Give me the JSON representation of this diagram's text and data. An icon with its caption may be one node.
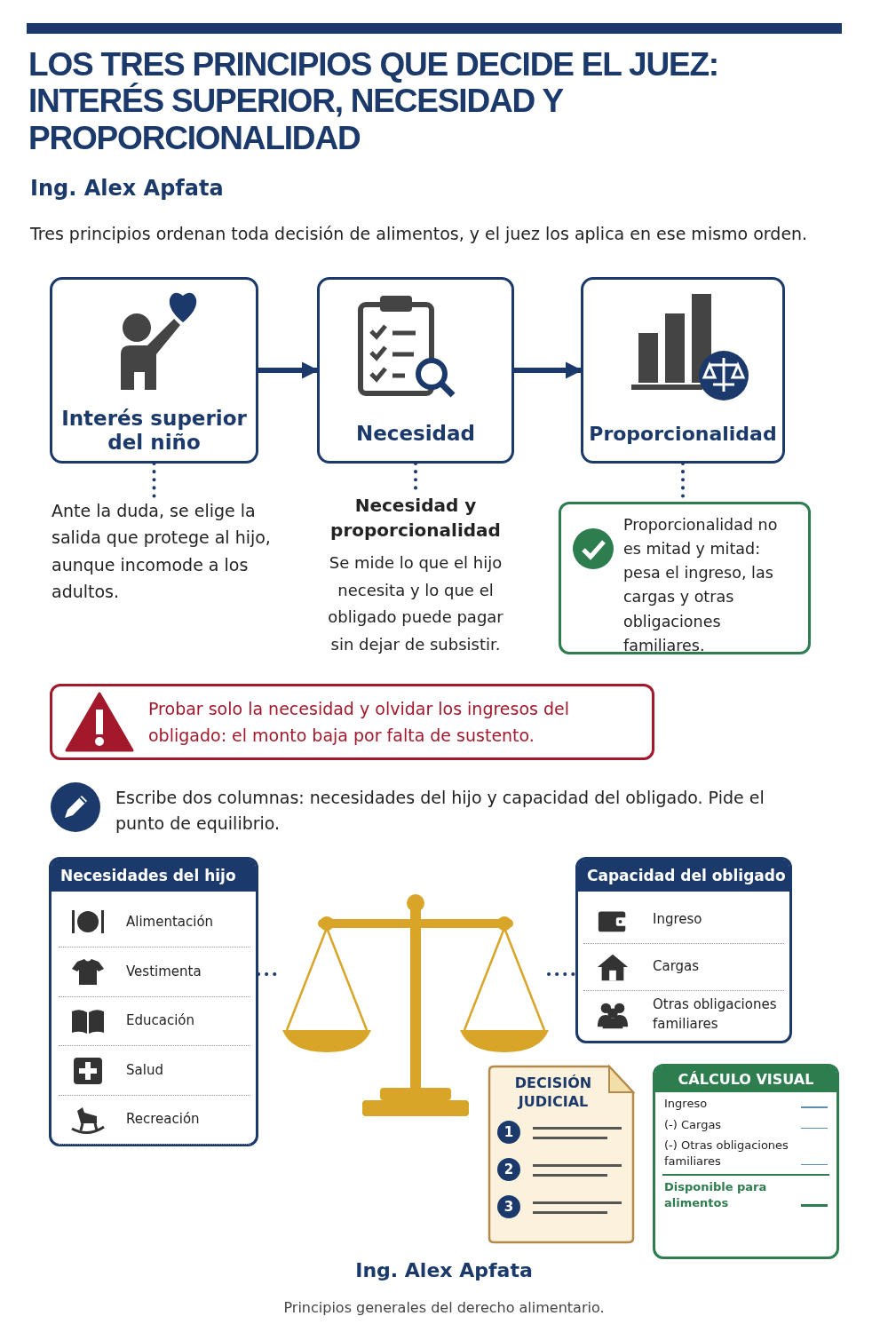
{
  "diagram": {
    "title": "LOS TRES PRINCIPIOS QUE DECIDE EL JUEZ: INTERÉS SUPERIOR, NECESIDAD Y PROPORCIONALIDAD",
    "caption": "Principios generales del derecho alimentario.",
    "nodes": [
      {
        "text": [
          "Interés superior del niño"
        ]
      },
      {
        "text": [
          "Necesidad"
        ]
      },
      {
        "text": [
          "Proporcionalidad"
        ]
      },
      {
        "text": [
          "Ante la duda, se elige la salida que protege al hijo, aunque incomode a los adultos."
        ]
      },
      {
        "text": [
          "Necesidad y proporcionalidad",
          "Se mide lo que el hijo necesita y lo que el obligado puede pagar sin dejar de subsistir."
        ]
      },
      {
        "text": [
          "Proporcionalidad no es mitad y mitad: pesa el ingreso, las cargas y otras obligaciones familiares."
        ]
      },
      {
        "text": [
          "Probar solo la necesidad y olvidar los ingresos del obligado: el monto baja por falta de sustento."
        ]
      },
      {
        "text": [
          "Necesidades del hijo"
        ]
      },
      {
        "text": [
          "Alimentación"
        ],
        "in": 7
      },
      {
        "text": [
          "Vestimenta"
        ],
        "in": 7
      },
      {
        "text": [
          "Educación"
        ],
        "in": 7
      },
      {
        "text": [
          "Salud"
        ],
        "in": 7
      },
      {
        "text": [
          "Recreación"
        ],
        "in": 7
      },
      {
        "text": [],
        "shape": "picture"
      },
      {
        "text": [
          "Capacidad del obligado"
        ]
      },
      {
        "text": [
          "Ingreso"
        ],
        "in": 14
      },
      {
        "text": [
          "Cargas"
        ],
        "in": 14
      },
      {
        "text": [
          "Otras obligaciones familiares"
        ],
        "in": 14
      },
      {
        "text": [
          "DECISIÓN JUDICIAL",
          "1",
          "2",
          "3"
        ]
      },
      {
        "text": [
          "CÁLCULO VISUAL",
          "Ingreso",
          "(-) Cargas",
          "(-) Otras obligaciones familiares",
          "Disponible para alimentos"
        ]
      }
    ],
    "edges": [
      {
        "from": 0,
        "to": 1,
        "arrow": "to"
      },
      {
        "from": 1,
        "to": 2,
        "arrow": "to"
      },
      {
        "from": 0,
        "to": 3,
        "arrow": "none",
        "style": "dashed"
      },
      {
        "from": 1,
        "to": 4,
        "arrow": "none",
        "style": "dashed"
      },
      {
        "from": 2,
        "to": 5,
        "arrow": "none",
        "style": "dashed"
      },
      {
        "from": 7,
        "to": 13,
        "arrow": "none",
        "style": "dashed"
      },
      {
        "from": 13,
        "to": 14,
        "arrow": "none",
        "style": "dashed"
      }
    ],
    "labels": [
      "Ing. Alex Apfata",
      "Tres principios ordenan toda decisión de alimentos, y el juez los aplica en ese mismo orden.",
      "Escribe dos columnas: necesidades del hijo y capacidad del obligado. Pide el punto de equilibrio.",
      "Ing. Alex Apfata"
    ]
  }
}
